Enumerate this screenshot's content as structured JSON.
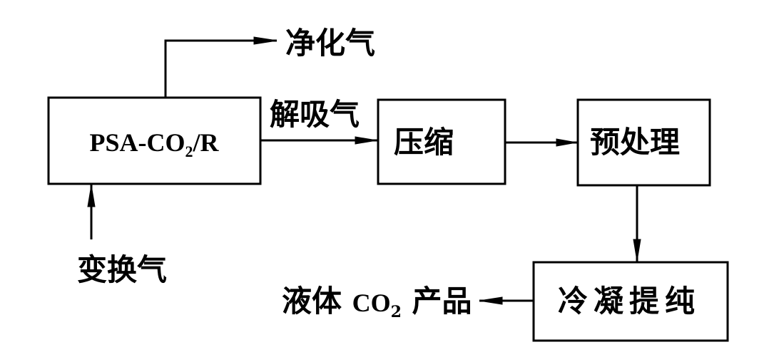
{
  "colors": {
    "ink": "#000000",
    "background": "#ffffff"
  },
  "nodes": {
    "psa": {
      "main": "PSA-CO",
      "sub": "2",
      "tail": "/R"
    },
    "compress": {
      "label": "压缩"
    },
    "pretreat": {
      "label": "预处理"
    },
    "condense": {
      "label": "冷凝提纯"
    }
  },
  "streams": {
    "purified_gas": "净化气",
    "desorbed_gas": "解吸气",
    "shift_gas": "变换气",
    "product": {
      "prefix": "液体 ",
      "co": "CO",
      "sub": "2",
      "suffix": " 产品"
    }
  }
}
